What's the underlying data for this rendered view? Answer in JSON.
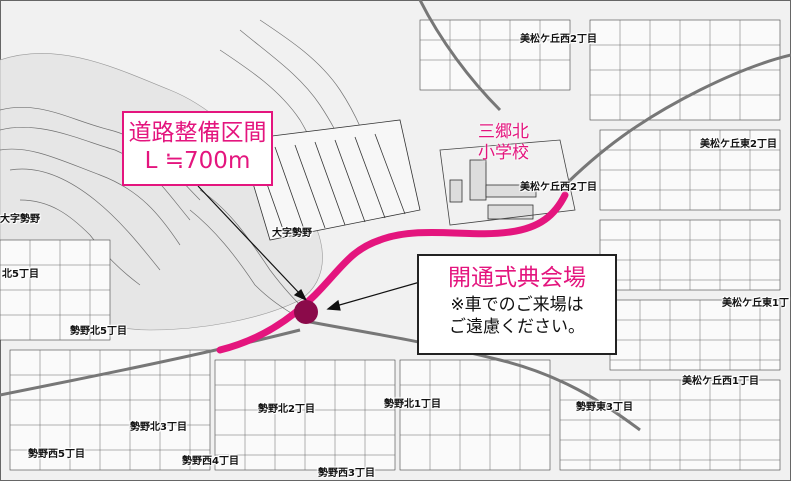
{
  "map": {
    "section_box": {
      "line1": "道路整備区間",
      "line2": "L ≒700m"
    },
    "venue_box": {
      "title": "開通式典会場",
      "note1": "※車でのご来場は",
      "note2": "ご遠慮ください。"
    },
    "school": {
      "line1": "三郷北",
      "line2": "小学校"
    },
    "places": [
      "美松ケ丘西2丁目",
      "美松ケ丘東2丁目",
      "美松ケ丘西2丁目",
      "大字勢野",
      "大字勢野",
      "北5丁目",
      "勢野北5丁目",
      "美松ケ丘東1丁",
      "美松ケ丘西1丁目",
      "勢野北1丁目",
      "勢野北2丁目",
      "勢野東3丁目",
      "勢野北3丁目",
      "勢野西5丁目",
      "勢野西4丁目",
      "勢野西3丁目"
    ],
    "colors": {
      "road": "#e4157e",
      "venue_marker": "#8b0a4a",
      "text_accent": "#e4157e"
    }
  }
}
